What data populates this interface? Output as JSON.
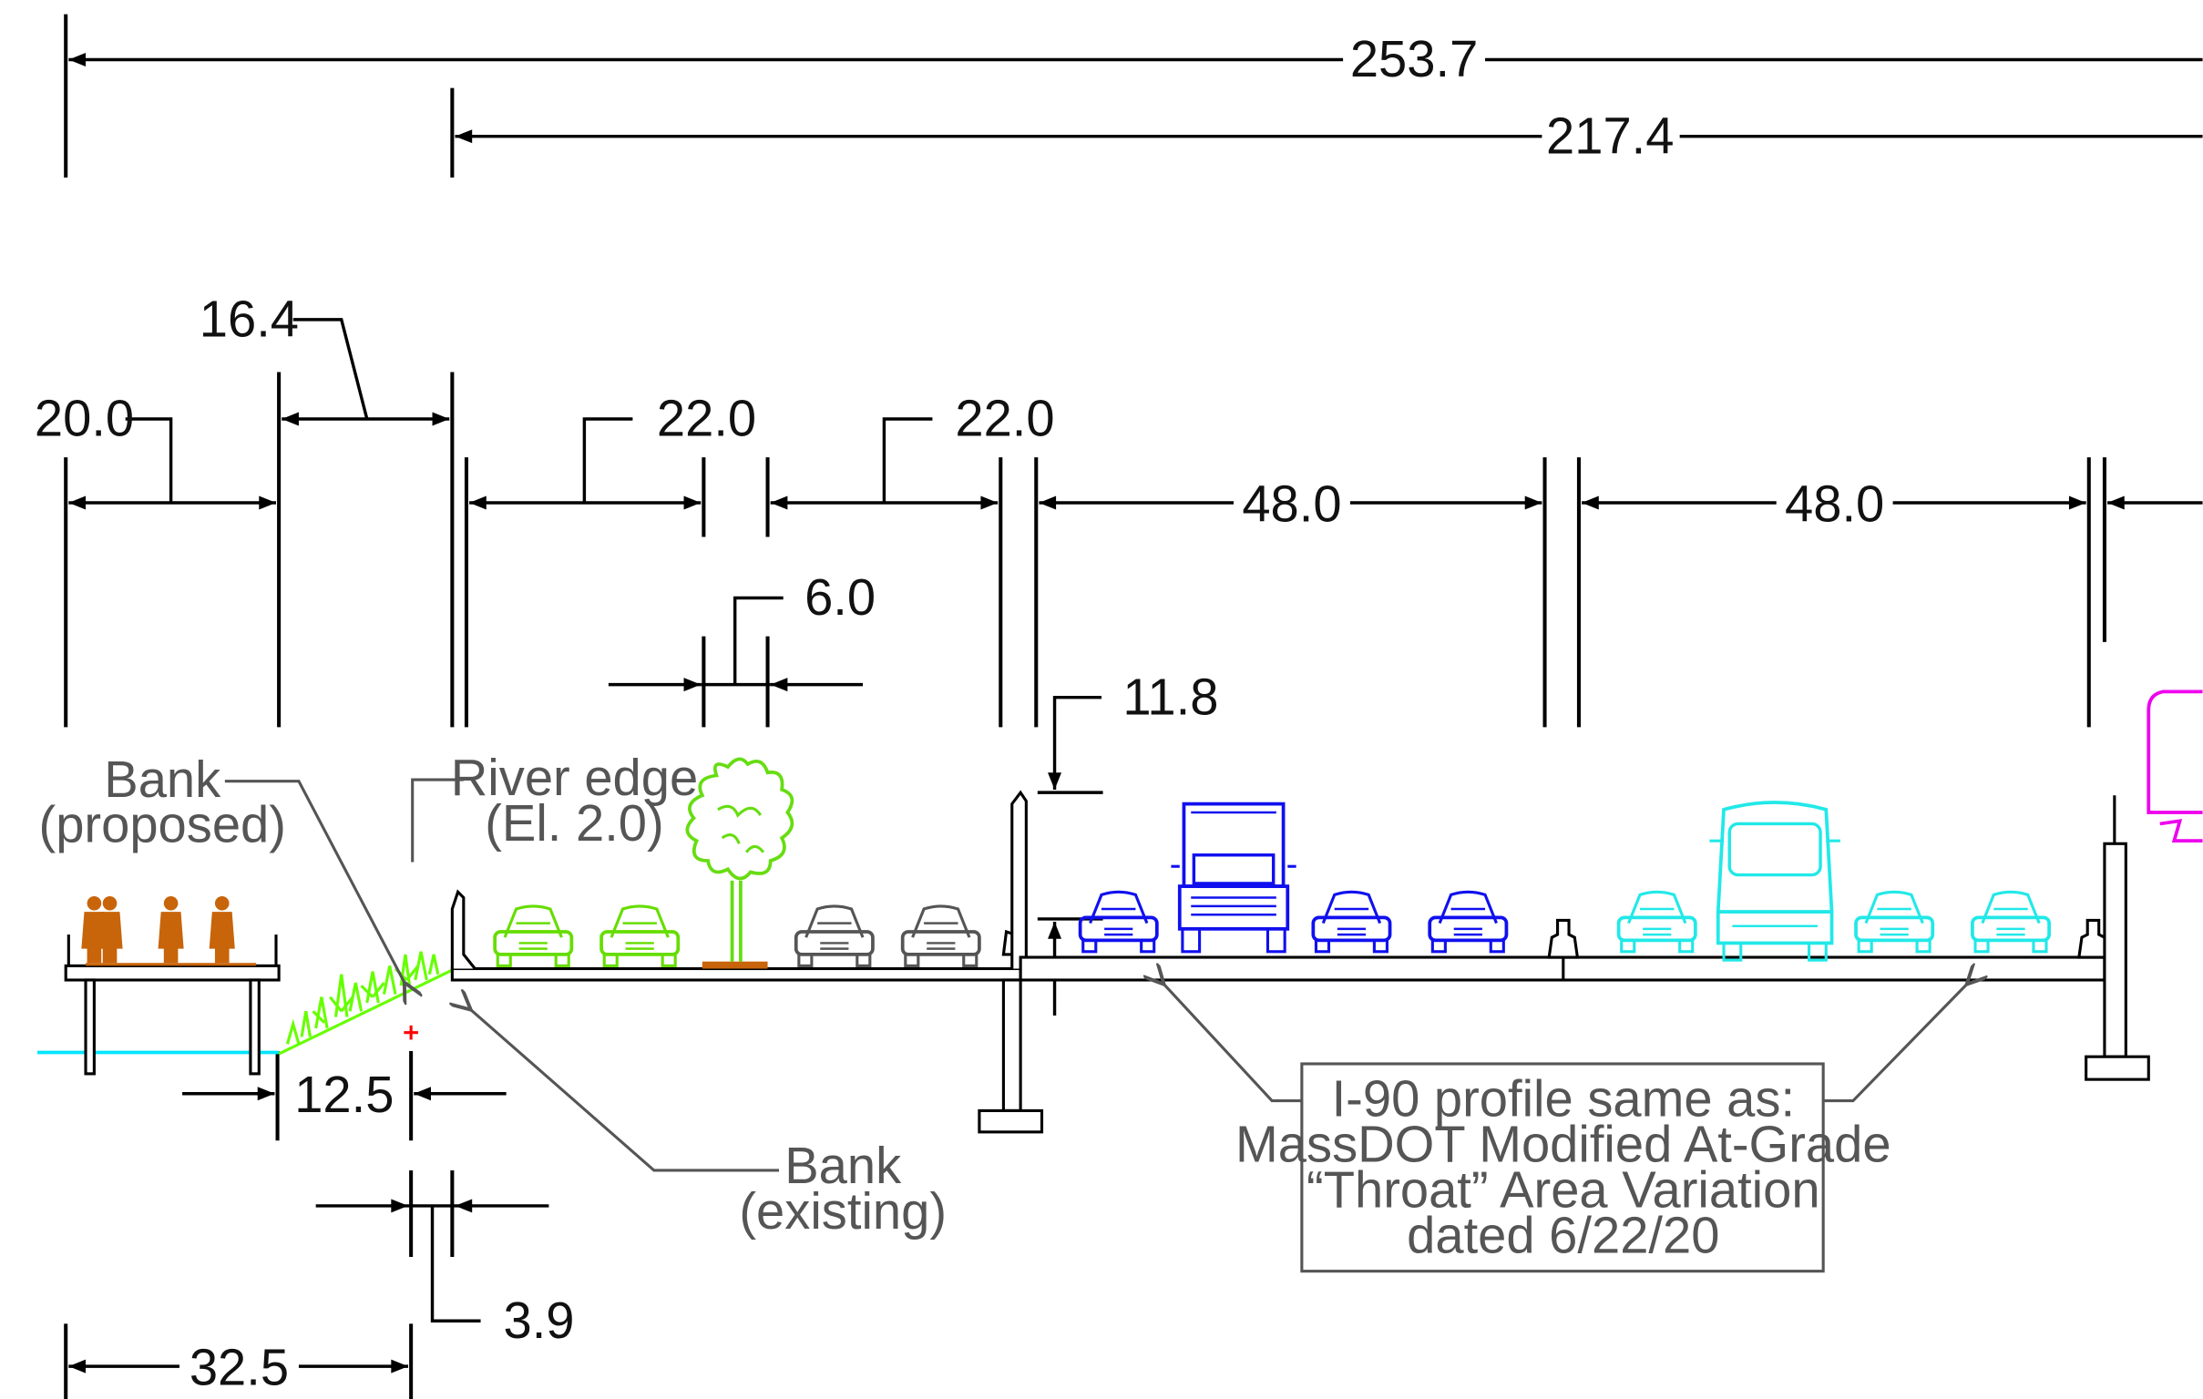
{
  "dimensions": {
    "overall_total": "253.7",
    "overall_from_river": "217.4",
    "bank_offset": "16.4",
    "walkway_width": "20.0",
    "parking_lane_1": "22.0",
    "parking_lane_2": "22.0",
    "median_strip": "6.0",
    "wall_height": "11.8",
    "i90_half_1": "48.0",
    "i90_half_2": "48.0",
    "bank_horizontal": "12.5",
    "bank_small": "3.9",
    "walkway_lower": "32.5"
  },
  "labels": {
    "bank_proposed_line1": "Bank",
    "bank_proposed_line2": "(proposed)",
    "river_edge_line1": "River edge",
    "river_edge_line2": "(El. 2.0)",
    "bank_existing_line1": "Bank",
    "bank_existing_line2": "(existing)"
  },
  "note_box": {
    "line1": "I-90 profile same as:",
    "line2": "MassDOT Modified At-Grade",
    "line3": "“Throat” Area Variation",
    "line4": "dated 6/22/20"
  },
  "colors": {
    "line": "#000000",
    "callout": "#555555",
    "water": "#00e5ff",
    "people": "#c8640a",
    "vegetation": "#66ff00",
    "tree": "#66dd11",
    "parked_gray": "#555555",
    "i90_blue": "#1010ee",
    "i90_cyan": "#22e8e8",
    "train_magenta": "#ee00ee",
    "marker_red": "#ff0000"
  }
}
